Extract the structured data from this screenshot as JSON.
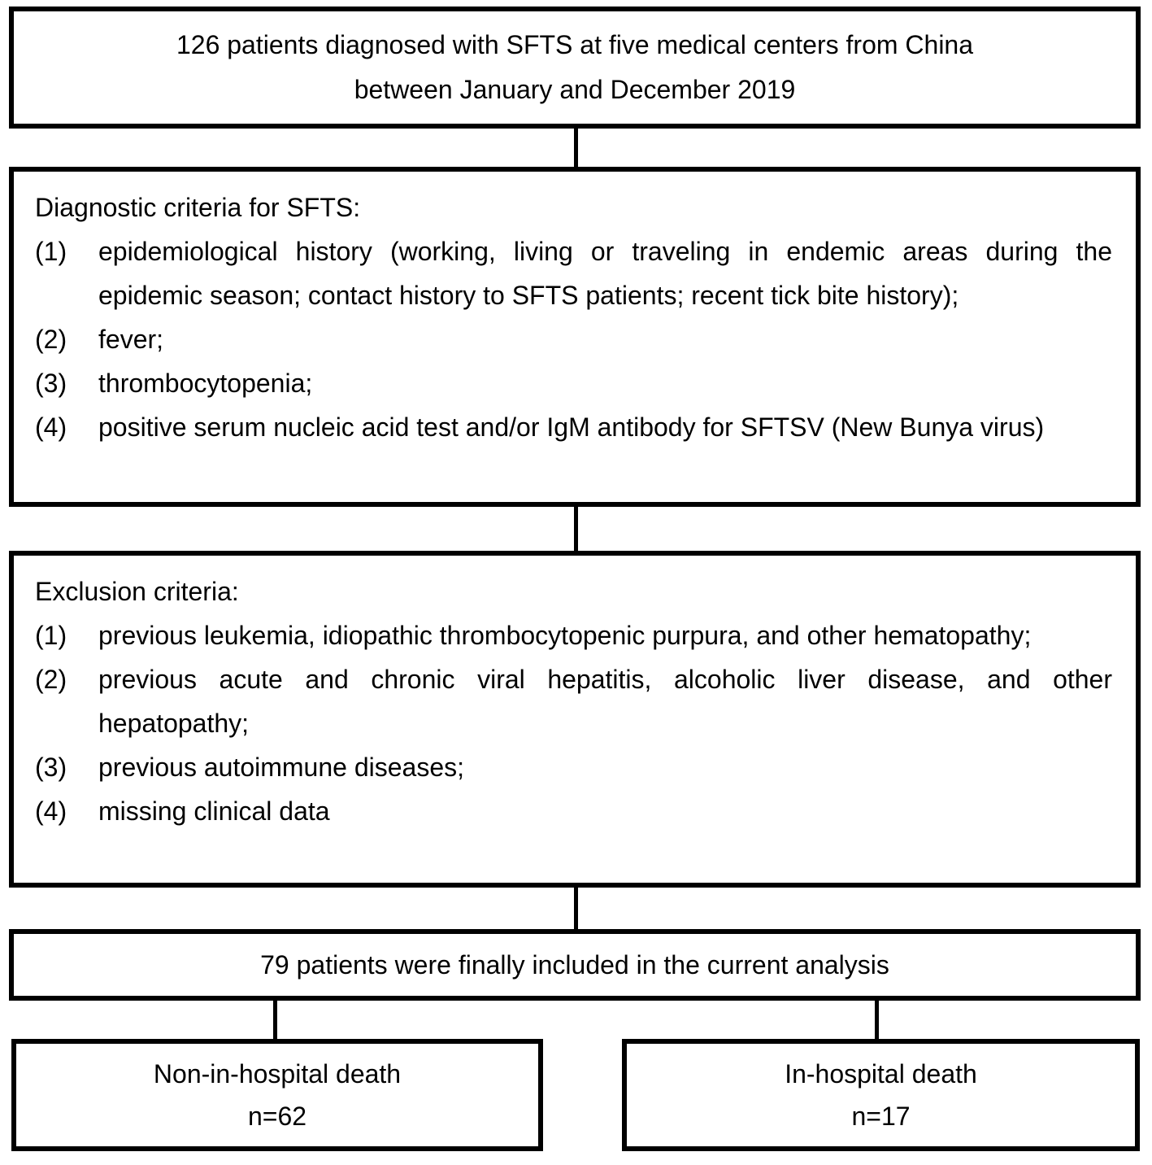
{
  "colors": {
    "border": "#000000",
    "text": "#000000",
    "background": "#ffffff"
  },
  "top_box": {
    "line1": "126 patients diagnosed with SFTS at five medical centers from China",
    "line2": "between January and December 2019"
  },
  "diagnostic_box": {
    "title": "Diagnostic criteria for SFTS:",
    "items": [
      {
        "num": "(1)",
        "text": "epidemiological history (working, living or traveling in endemic areas during the epidemic season; contact history to SFTS patients; recent tick bite history);"
      },
      {
        "num": "(2)",
        "text": "fever;"
      },
      {
        "num": "(3)",
        "text": "thrombocytopenia;"
      },
      {
        "num": "(4)",
        "text": "positive serum nucleic acid test and/or IgM antibody for SFTSV (New Bunya virus)"
      }
    ]
  },
  "exclusion_box": {
    "title": "Exclusion criteria:",
    "items": [
      {
        "num": "(1)",
        "text": "previous leukemia, idiopathic thrombocytopenic purpura, and other hematopathy;"
      },
      {
        "num": "(2)",
        "text": "previous acute and chronic viral hepatitis, alcoholic liver disease, and other hepatopathy;"
      },
      {
        "num": "(3)",
        "text": "previous autoimmune diseases;"
      },
      {
        "num": "(4)",
        "text": "missing clinical data"
      }
    ]
  },
  "included_box": {
    "text": "79 patients were finally included in the current analysis"
  },
  "outcome_left": {
    "label": "Non-in-hospital death",
    "count": "n=62"
  },
  "outcome_right": {
    "label": "In-hospital death",
    "count": "n=17"
  }
}
